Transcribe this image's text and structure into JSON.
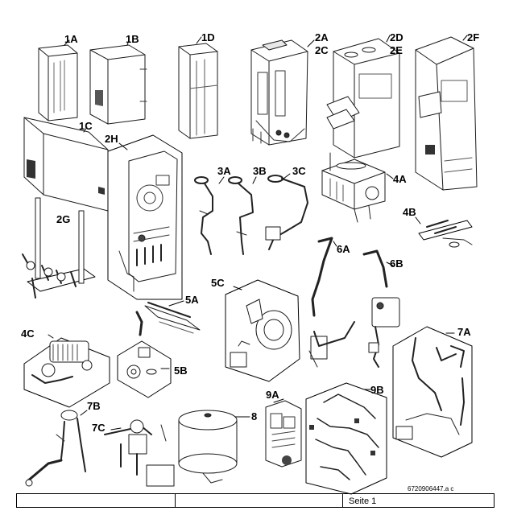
{
  "labels": {
    "p1A": "1A",
    "p1B": "1B",
    "p1C": "1C",
    "p1D": "1D",
    "p2A": "2A",
    "p2C": "2C",
    "p2D": "2D",
    "p2E": "2E",
    "p2F": "2F",
    "p2G": "2G",
    "p2H": "2H",
    "p3A": "3A",
    "p3B": "3B",
    "p3C": "3C",
    "p4A": "4A",
    "p4B": "4B",
    "p4C": "4C",
    "p5A": "5A",
    "p5B": "5B",
    "p5C": "5C",
    "p6A": "6A",
    "p6B": "6B",
    "p7A": "7A",
    "p7B": "7B",
    "p7C": "7C",
    "p8": "8",
    "p9A": "9A",
    "p9B": "9B"
  },
  "footer": {
    "doc_ref": "6720906447.a  c",
    "page": "Seite 1"
  }
}
